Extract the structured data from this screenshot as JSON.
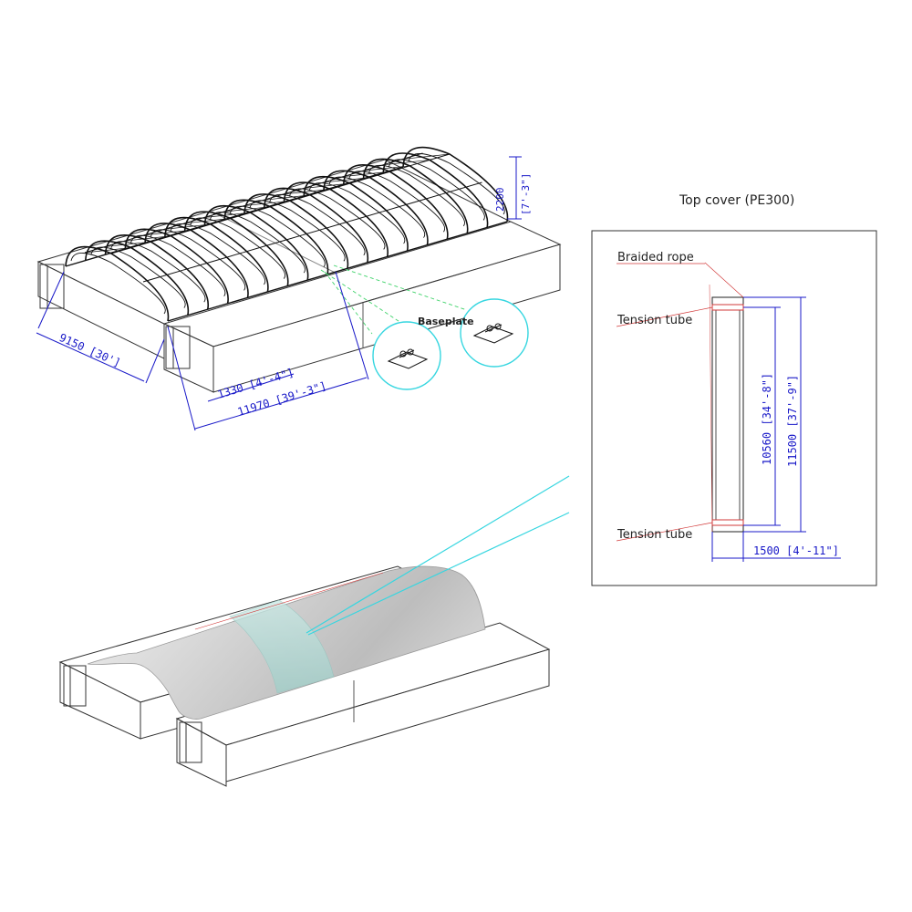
{
  "frame_drawing": {
    "baseplate_label": "Baseplate",
    "dimensions": {
      "height": "2200",
      "height_imperial": "[7'-3\"]",
      "width": "9150 [30']",
      "bay": "1330 [4'-4\"]",
      "length": "11970 [39'-3\"]"
    }
  },
  "top_cover_panel": {
    "title": "Top cover (PE300)",
    "labels": {
      "braided_rope": "Braided rope",
      "tension_tube_top": "Tension tube",
      "tension_tube_bottom": "Tension tube"
    },
    "dimensions": {
      "inner_length": "10560 [34'-8\"]",
      "outer_length": "11500 [37'-9\"]",
      "width": "1500 [4'-11\"]"
    }
  },
  "colors": {
    "dimension": "#1818c8",
    "leader_cyan": "#36d6e0",
    "leader_green": "#3fd36a",
    "accent_red": "#d23a3a"
  }
}
